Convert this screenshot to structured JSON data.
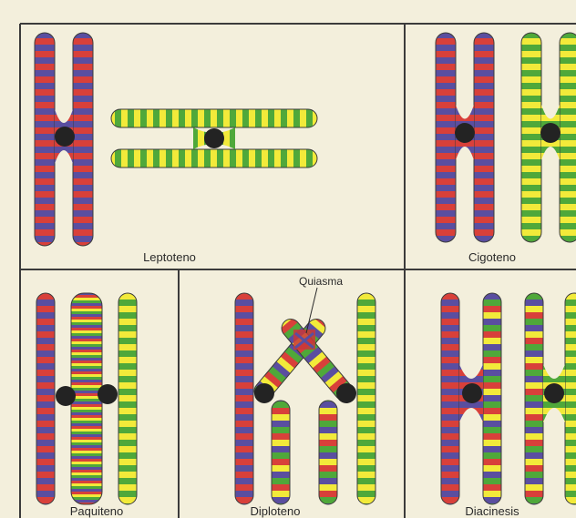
{
  "colors": {
    "paper": "#f3efdc",
    "frame": "#3b3b3b",
    "red": "#d8403a",
    "blue": "#5a4ea0",
    "yellow": "#f2ea3a",
    "green": "#4fa83a",
    "centromere": "#232323"
  },
  "panels": [
    {
      "id": "leptoteno",
      "label": "Leptoteno"
    },
    {
      "id": "cigoteno",
      "label": "Cigoteno"
    },
    {
      "id": "paquiteno",
      "label": "Paquiteno"
    },
    {
      "id": "diploteno",
      "label": "Diploteno"
    },
    {
      "id": "diacinesis",
      "label": "Diacinesis"
    }
  ],
  "callout": {
    "label": "Quiasma"
  },
  "icons": [
    "chromosome-icon",
    "centromere-icon",
    "chiasma-crossover-icon"
  ]
}
